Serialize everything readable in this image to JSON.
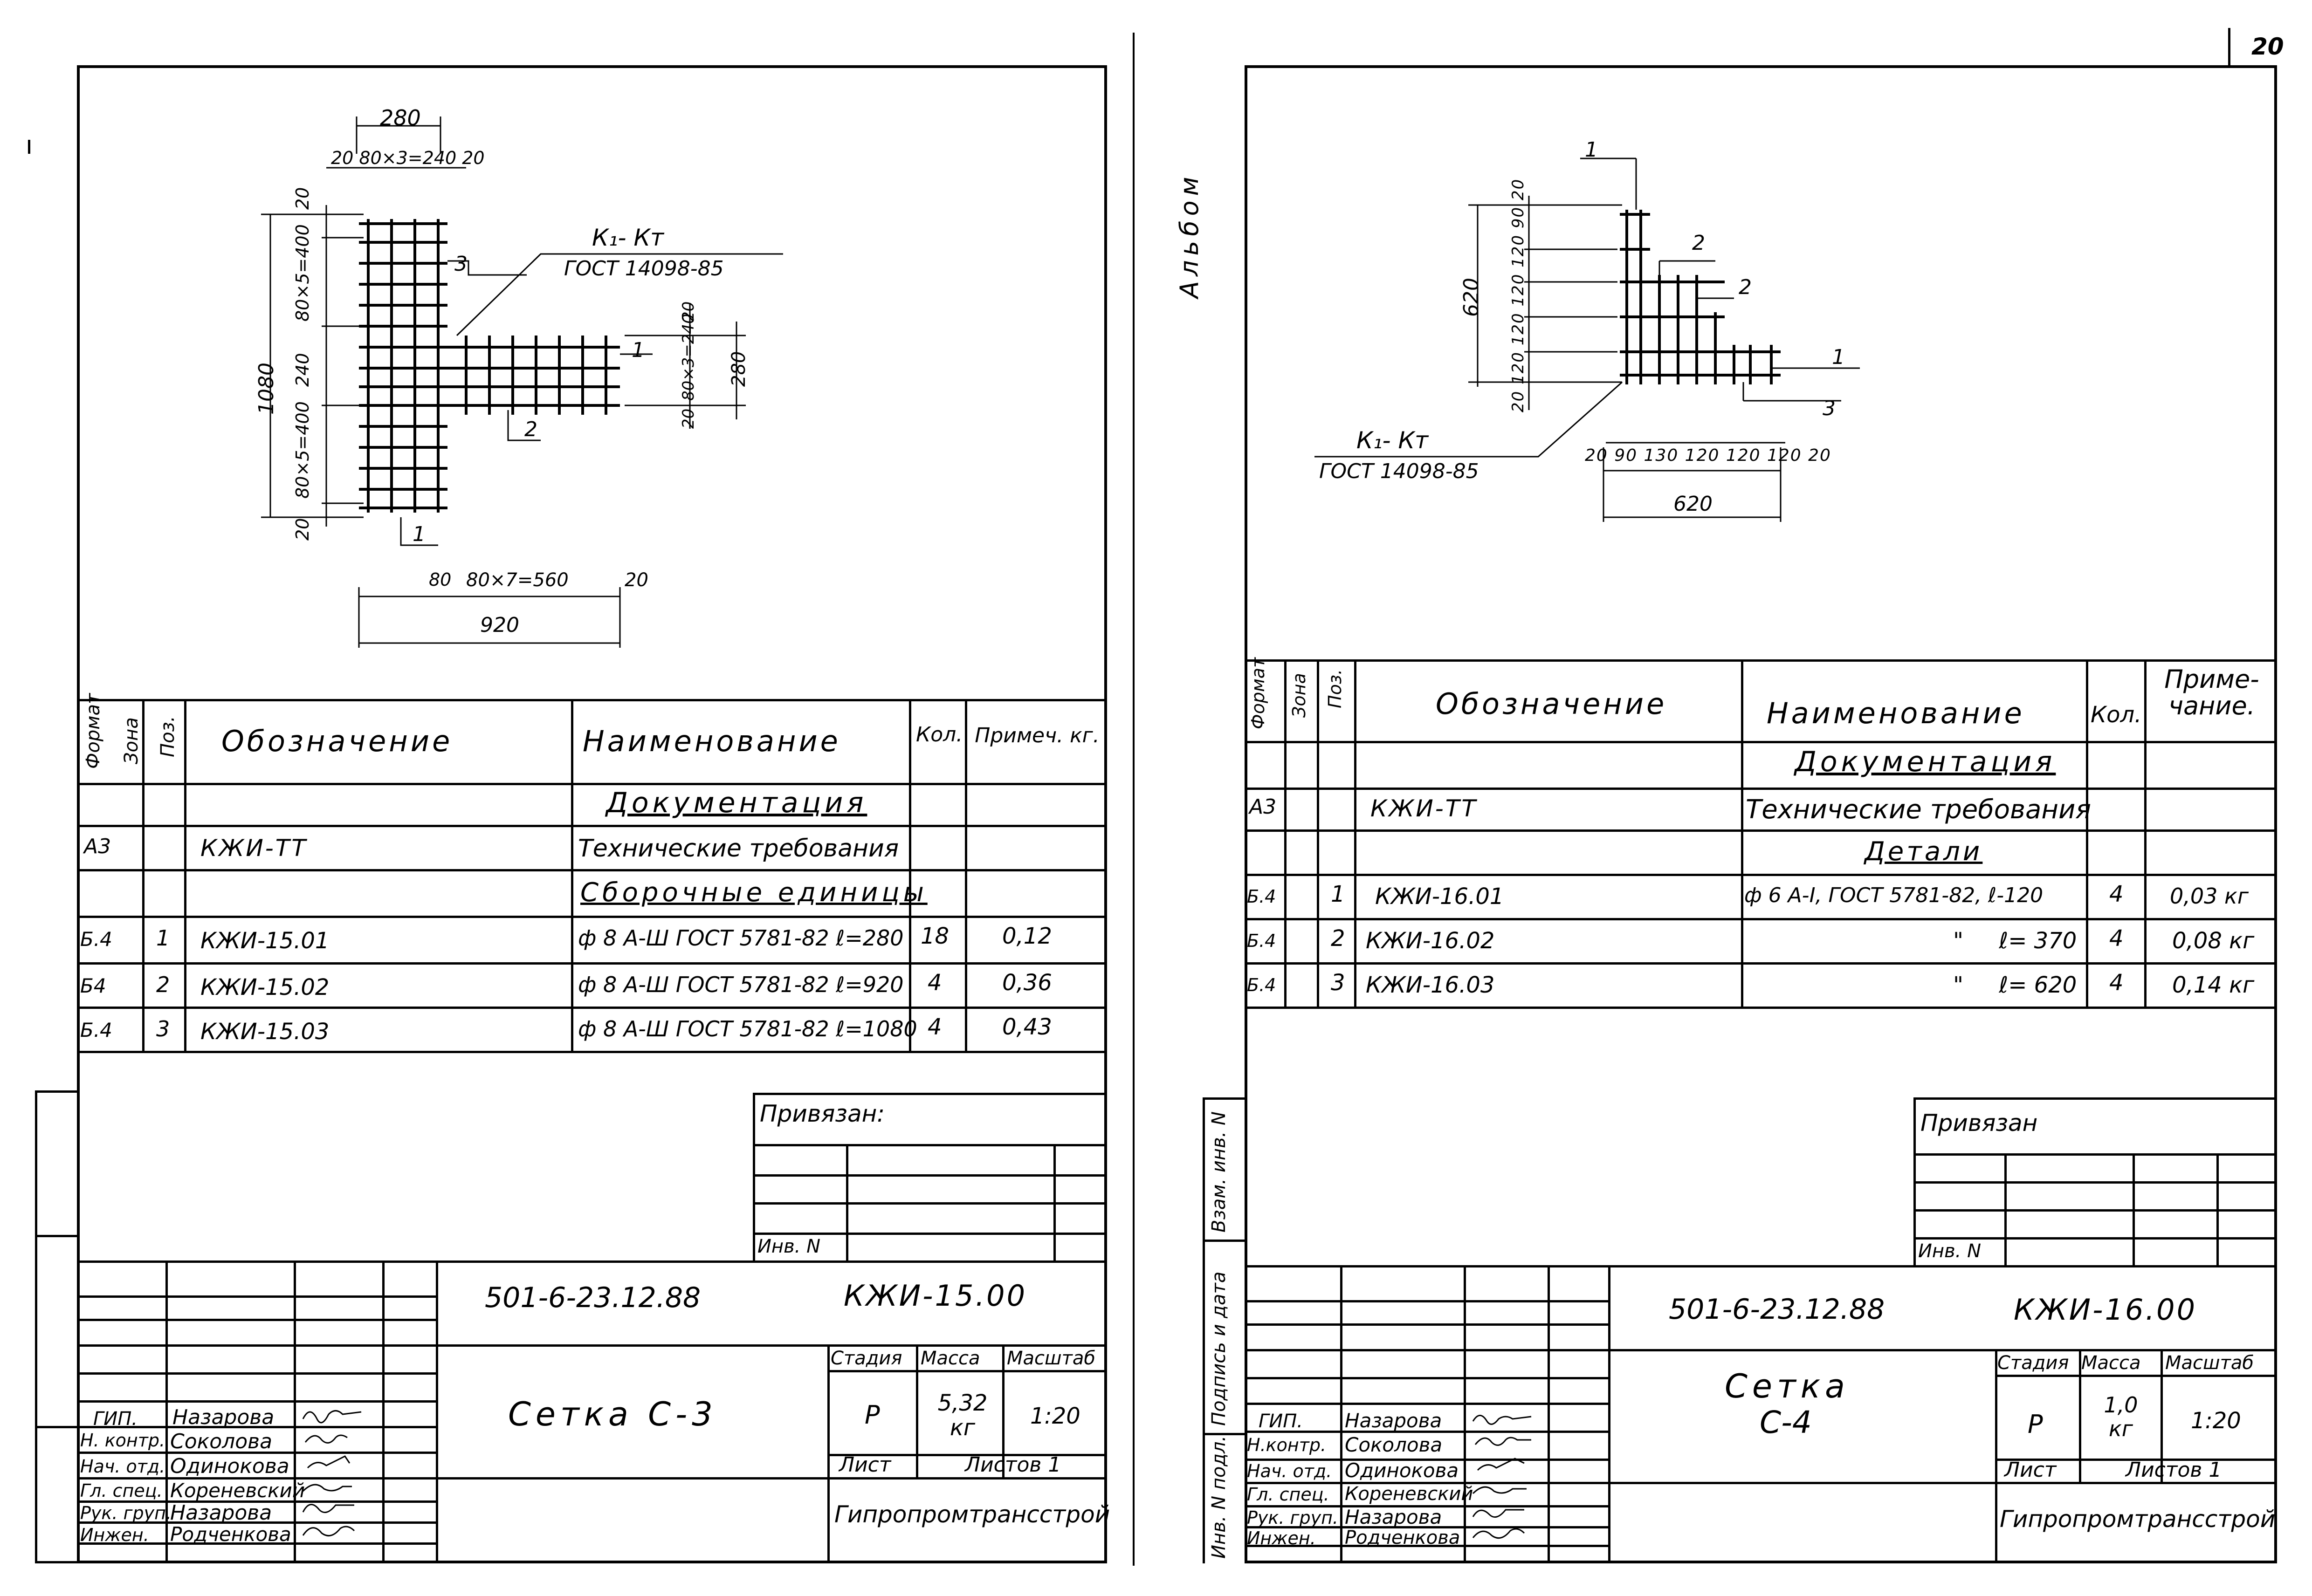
{
  "page_number": "20",
  "album_label": "Альбом",
  "left": {
    "drawing": {
      "pos_callouts": [
        "1",
        "2",
        "3",
        "1"
      ],
      "mark": "К₁- Кт",
      "gost": "ГОСТ 14098-85",
      "dims": {
        "top_total": "280",
        "top_parts": "20 80×3=240 20",
        "v_total": "1080",
        "v_top": "80×5=400",
        "v_mid": "240",
        "v_bot": "80×5=400",
        "v_edge_top": "20",
        "v_edge_bot": "20",
        "branch_edge_top": "20",
        "branch_parts": "80×3=240",
        "branch_edge_bot": "20",
        "branch_total": "280",
        "bottom_first": "80",
        "bottom_parts": "80×7=560",
        "bottom_edge": "20",
        "bottom_total": "920"
      }
    },
    "spec": {
      "headers": {
        "format": "Формат",
        "zone": "Зона",
        "pos": "Поз.",
        "designation": "Обозначение",
        "name": "Наименование",
        "qty": "Кол.",
        "note": "Примеч. кг."
      },
      "rows": [
        {
          "format": "",
          "pos": "",
          "designation": "",
          "name": "Документация",
          "qty": "",
          "note": ""
        },
        {
          "format": "А3",
          "pos": "",
          "designation": "КЖИ-ТТ",
          "name": "Технические требования",
          "qty": "",
          "note": ""
        },
        {
          "format": "",
          "pos": "",
          "designation": "",
          "name": "Сборочные единицы",
          "qty": "",
          "note": ""
        },
        {
          "format": "Б.4",
          "pos": "1",
          "designation": "КЖИ-15.01",
          "name": "ф 8 А-Ш ГОСТ 5781-82 ℓ=280",
          "qty": "18",
          "note": "0,12"
        },
        {
          "format": "Б4",
          "pos": "2",
          "designation": "КЖИ-15.02",
          "name": "ф 8 А-Ш ГОСТ 5781-82 ℓ=920",
          "qty": "4",
          "note": "0,36"
        },
        {
          "format": "Б.4",
          "pos": "3",
          "designation": "КЖИ-15.03",
          "name": "ф 8 А-Ш ГОСТ 5781-82 ℓ=1080",
          "qty": "4",
          "note": "0,43"
        }
      ]
    },
    "privyazan": "Привязан:",
    "inv": "Инв. N",
    "doc_code": "501-6-23.12.88",
    "doc_mark": "КЖИ-15.00",
    "title": "Сетка С-3",
    "stage_header": "Стадия",
    "mass_header": "Масса",
    "scale_header": "Масштаб",
    "stage": "Р",
    "mass": "5,32 кг",
    "scale": "1:20",
    "sheet_label": "Лист",
    "sheets_label": "Листов 1",
    "org": "Гипропромтрансстрой",
    "staff": [
      {
        "role": "ГИП.",
        "name": "Назарова"
      },
      {
        "role": "Н. контр.",
        "name": "Соколова"
      },
      {
        "role": "Нач. отд.",
        "name": "Одинокова"
      },
      {
        "role": "Гл. спец.",
        "name": "Кореневский"
      },
      {
        "role": "Рук. груп.",
        "name": "Назарова"
      },
      {
        "role": "Инжен.",
        "name": "Родченкова"
      }
    ]
  },
  "right": {
    "drawing": {
      "pos_callouts": [
        "1",
        "2",
        "2",
        "1",
        "3"
      ],
      "mark": "К₁- Кт",
      "gost": "ГОСТ 14098-85",
      "dims": {
        "v_total": "620",
        "v_parts": "20 120 120 120 120 90 20",
        "h_parts": "20 90 130 120 120 120 20",
        "h_total": "620"
      }
    },
    "spec": {
      "headers": {
        "format": "Формат",
        "zone": "Зона",
        "pos": "Поз.",
        "designation": "Обозначение",
        "name": "Наименование",
        "qty": "Кол.",
        "note": "Приме- чание."
      },
      "rows": [
        {
          "format": "",
          "pos": "",
          "designation": "",
          "name": "Документация",
          "qty": "",
          "note": ""
        },
        {
          "format": "А3",
          "pos": "",
          "designation": "КЖИ-ТТ",
          "name": "Технические требования",
          "qty": "",
          "note": ""
        },
        {
          "format": "",
          "pos": "",
          "designation": "",
          "name": "Детали",
          "qty": "",
          "note": ""
        },
        {
          "format": "Б.4",
          "pos": "1",
          "designation": "КЖИ-16.01",
          "name": "ф 6 А-I, ГОСТ 5781-82, ℓ-120",
          "qty": "4",
          "note": "0,03 кг"
        },
        {
          "format": "Б.4",
          "pos": "2",
          "designation": "КЖИ-16.02",
          "name": "\"     ℓ= 370",
          "qty": "4",
          "note": "0,08 кг"
        },
        {
          "format": "Б.4",
          "pos": "3",
          "designation": "КЖИ-16.03",
          "name": "\"     ℓ= 620",
          "qty": "4",
          "note": "0,14 кг"
        }
      ]
    },
    "privyazan": "Привязан",
    "inv": "Инв. N",
    "doc_code": "501-6-23.12.88",
    "doc_mark": "КЖИ-16.00",
    "title_line1": "Сетка",
    "title_line2": "С-4",
    "stage_header": "Стадия",
    "mass_header": "Масса",
    "scale_header": "Масштаб",
    "stage": "Р",
    "mass": "1,0 кг",
    "scale": "1:20",
    "sheet_label": "Лист",
    "sheets_label": "Листов 1",
    "org": "Гипропромтрансстрой",
    "side_labels": [
      "Инв. N подл.",
      "Подпись и дата",
      "Взам. инв. N"
    ],
    "staff": [
      {
        "role": "ГИП.",
        "name": "Назарова"
      },
      {
        "role": "Н.контр.",
        "name": "Соколова"
      },
      {
        "role": "Нач. отд.",
        "name": "Одинокова"
      },
      {
        "role": "Гл. спец.",
        "name": "Кореневский"
      },
      {
        "role": "Рук. груп.",
        "name": "Назарова"
      },
      {
        "role": "Инжен.",
        "name": "Родченкова"
      }
    ]
  }
}
